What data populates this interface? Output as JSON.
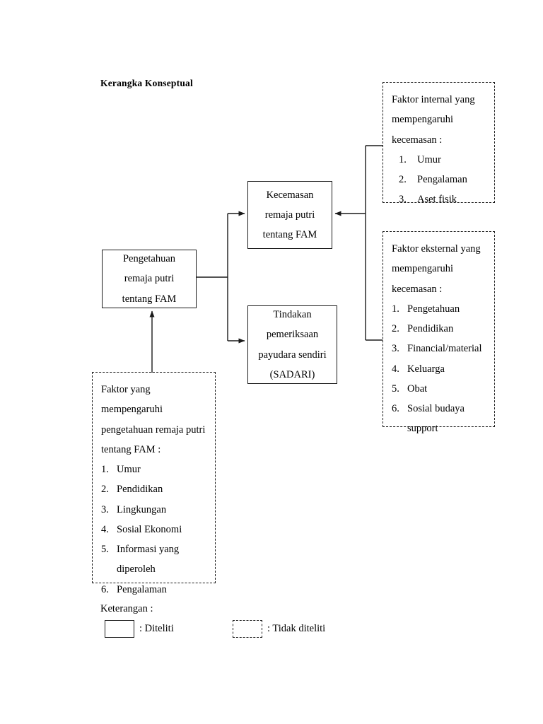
{
  "page": {
    "title": "Kerangka Konseptual"
  },
  "nodes": {
    "pengetahuan": {
      "lines": [
        "Pengetahuan",
        "remaja putri",
        "tentang FAM"
      ]
    },
    "kecemasan": {
      "lines": [
        "Kecemasan",
        "remaja putri",
        "tentang FAM"
      ]
    },
    "tindakan": {
      "lines": [
        "Tindakan",
        "pemeriksaan",
        "payudara sendiri",
        "(SADARI)"
      ]
    },
    "faktor_internal": {
      "heading": [
        "Faktor internal yang",
        "mempengaruhi",
        "kecemasan :"
      ],
      "items": [
        "Umur",
        "Pengalaman",
        "Aset fisik"
      ]
    },
    "faktor_eksternal": {
      "heading": [
        "Faktor eksternal yang",
        "mempengaruhi",
        "kecemasan :"
      ],
      "items": [
        "Pengetahuan",
        "Pendidikan",
        "Financial/material",
        "Keluarga",
        "Obat",
        "Sosial budaya"
      ],
      "item_continuation": "support"
    },
    "faktor_pengetahuan": {
      "heading": [
        "Faktor yang",
        "mempengaruhi",
        "pengetahuan remaja putri",
        "tentang FAM :"
      ],
      "items": [
        "Umur",
        "Pendidikan",
        "Lingkungan",
        "Sosial Ekonomi",
        "Informasi yang",
        "Pengalaman"
      ],
      "item_continuation": "diperoleh"
    }
  },
  "legend": {
    "title": "Keterangan :",
    "studied_label": ": Diteliti",
    "not_studied_label": ": Tidak diteliti"
  },
  "colors": {
    "stroke": "#1a1a1a",
    "background": "#ffffff"
  }
}
